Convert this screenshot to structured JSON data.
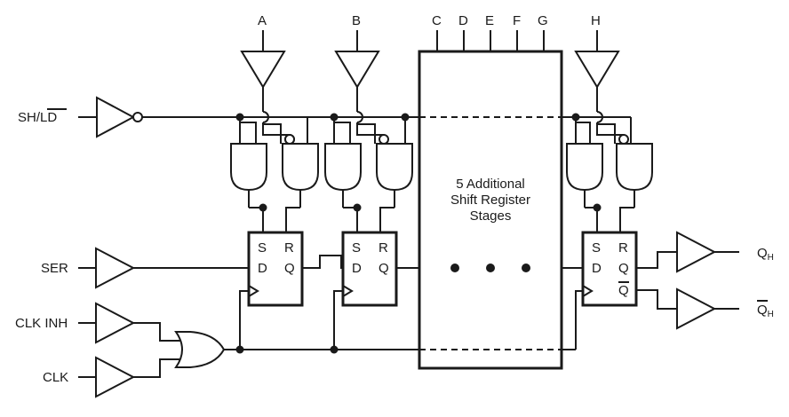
{
  "inputs": {
    "sh_ld": "SH/LD",
    "ser": "SER",
    "clk_inh": "CLK INH",
    "clk": "CLK"
  },
  "parallel_inputs": [
    "A",
    "B",
    "C",
    "D",
    "E",
    "F",
    "G",
    "H"
  ],
  "outputs": {
    "qh": "Q",
    "qh_bar": "Q",
    "sub": "H"
  },
  "block": {
    "line1": "5 Additional",
    "line2": "Shift Register",
    "line3": "Stages"
  },
  "flipflop_pins": {
    "s": "S",
    "r": "R",
    "d": "D",
    "q": "Q",
    "q_bar": "Q"
  },
  "ellipsis": "• • •"
}
